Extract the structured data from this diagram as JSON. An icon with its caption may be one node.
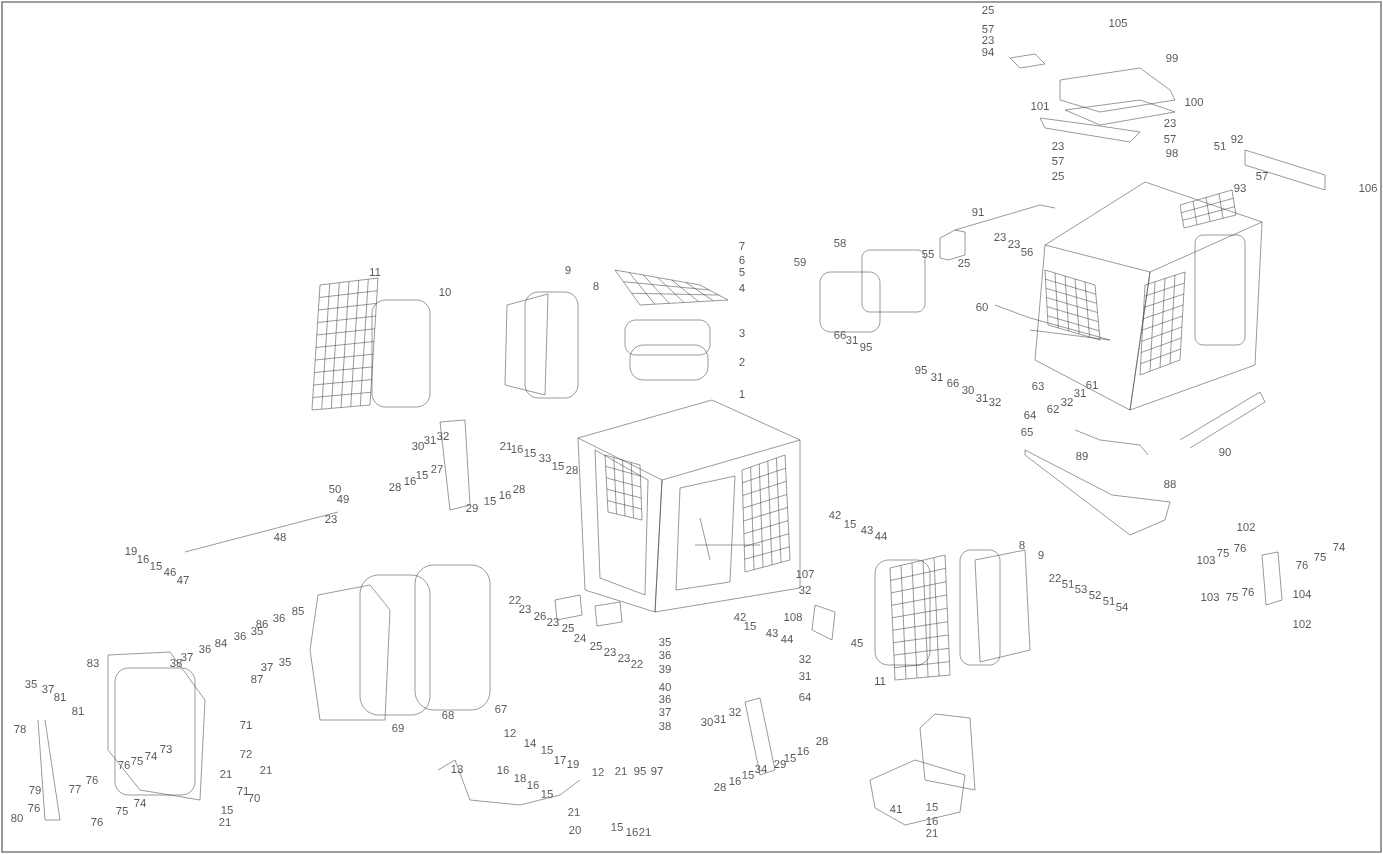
{
  "diagram": {
    "labels": [
      "25",
      "57",
      "23",
      "94",
      "105",
      "99",
      "101",
      "100",
      "23",
      "57",
      "98",
      "23",
      "57",
      "25",
      "51",
      "92",
      "57",
      "93",
      "106",
      "91",
      "55",
      "25",
      "23",
      "23",
      "56",
      "58",
      "59",
      "60",
      "11",
      "10",
      "9",
      "8",
      "7",
      "6",
      "5",
      "4",
      "3",
      "2",
      "1",
      "66",
      "31",
      "95",
      "95",
      "31",
      "66",
      "30",
      "31",
      "32",
      "63",
      "61",
      "31",
      "32",
      "62",
      "64",
      "65",
      "90",
      "89",
      "88",
      "30",
      "31",
      "32",
      "27",
      "15",
      "16",
      "28",
      "29",
      "15",
      "21",
      "16",
      "15",
      "33",
      "15",
      "28",
      "28",
      "16",
      "50",
      "49",
      "23",
      "48",
      "19",
      "16",
      "15",
      "46",
      "47",
      "85",
      "36",
      "86",
      "35",
      "36",
      "84",
      "36",
      "37",
      "38",
      "35",
      "37",
      "87",
      "83",
      "35",
      "37",
      "81",
      "81",
      "78",
      "71",
      "73",
      "74",
      "75",
      "76",
      "72",
      "21",
      "21",
      "79",
      "77",
      "76",
      "74",
      "75",
      "76",
      "76",
      "80",
      "71",
      "70",
      "15",
      "21",
      "69",
      "68",
      "67",
      "13",
      "22",
      "23",
      "26",
      "23",
      "25",
      "24",
      "25",
      "23",
      "23",
      "22",
      "35",
      "36",
      "39",
      "40",
      "36",
      "37",
      "38",
      "42",
      "15",
      "43",
      "44",
      "42",
      "15",
      "43",
      "44",
      "107",
      "32",
      "108",
      "32",
      "31",
      "64",
      "45",
      "11",
      "12",
      "14",
      "15",
      "17",
      "19",
      "16",
      "18",
      "16",
      "15",
      "12",
      "21",
      "95",
      "97",
      "21",
      "20",
      "15",
      "16",
      "21",
      "30",
      "31",
      "32",
      "28",
      "16",
      "15",
      "29",
      "34",
      "15",
      "16",
      "28",
      "8",
      "9",
      "22",
      "51",
      "53",
      "52",
      "51",
      "54",
      "102",
      "74",
      "75",
      "76",
      "76",
      "75",
      "103",
      "103",
      "75",
      "76",
      "104",
      "102",
      "41",
      "15",
      "16",
      "21"
    ]
  }
}
